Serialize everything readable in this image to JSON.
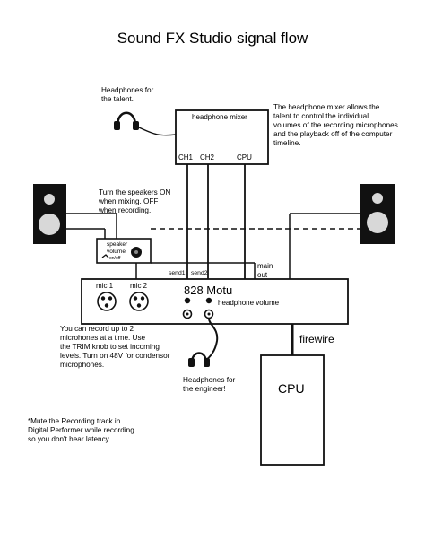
{
  "title": "Sound FX Studio signal flow",
  "notes": {
    "headphones_talent": [
      "Headphones for",
      "the talent."
    ],
    "mixer_description": [
      "The headphone mixer allows the",
      "talent to control the individual",
      "volumes of the recording microphones",
      "and the playback  off of the computer",
      "timeline."
    ],
    "speakers": [
      "Turn the speakers ON",
      "when mixing. OFF",
      "when recording."
    ],
    "mics": [
      "You can record up to 2",
      "microhones at a time. Use",
      "the TRIM knob to set incoming",
      "levels. Turn on 48V for condensor",
      "microphones."
    ],
    "headphones_engineer": [
      "Headphones for",
      "the engineer!"
    ],
    "mute": [
      "*Mute the Recording track in",
      "Digital Performer while recording",
      "so you don't hear latency."
    ]
  },
  "headphone_mixer": {
    "title": "headphone mixer",
    "channels": [
      "CH1",
      "CH2",
      "CPU"
    ]
  },
  "speaker_volume": {
    "label_line1": "speaker",
    "label_line2": "volume",
    "switch_label": "on/off"
  },
  "interface": {
    "name": "828 Motu",
    "mic1": "mic 1",
    "mic2": "mic 2",
    "headphone_volume": "headphone volume",
    "send1": "send1",
    "send2": "send2",
    "main_out_line1": "main",
    "main_out_line2": "out"
  },
  "firewire": "firewire",
  "cpu": "CPU"
}
